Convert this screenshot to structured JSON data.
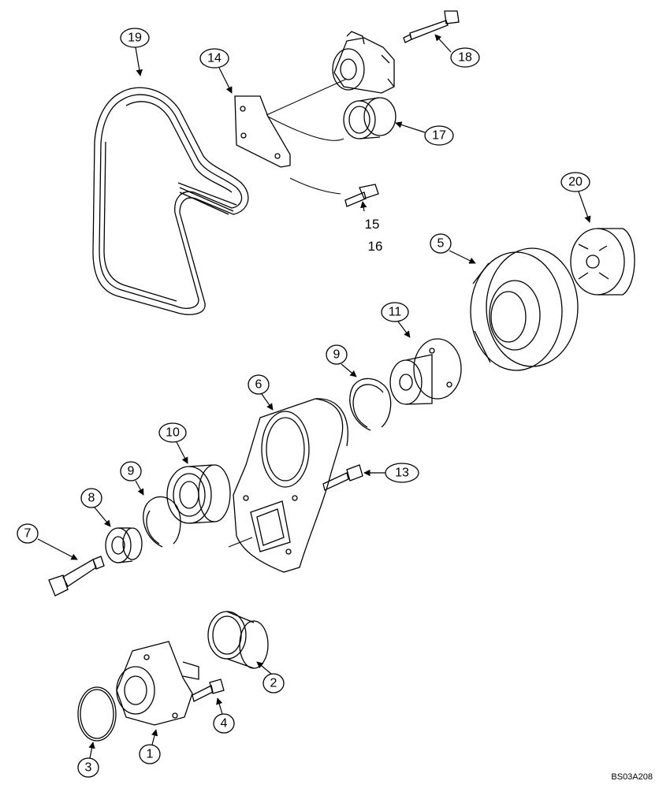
{
  "callouts": {
    "c1": "1",
    "c2": "2",
    "c3": "3",
    "c4": "4",
    "c5": "5",
    "c6": "6",
    "c7": "7",
    "c8": "8",
    "c9a": "9",
    "c9b": "9",
    "c10": "10",
    "c11": "11",
    "c13": "13",
    "c14": "14",
    "c15": "15",
    "c16": "16",
    "c17": "17",
    "c18": "18",
    "c19": "19",
    "c20": "20"
  },
  "reference_code": "BS03A208"
}
